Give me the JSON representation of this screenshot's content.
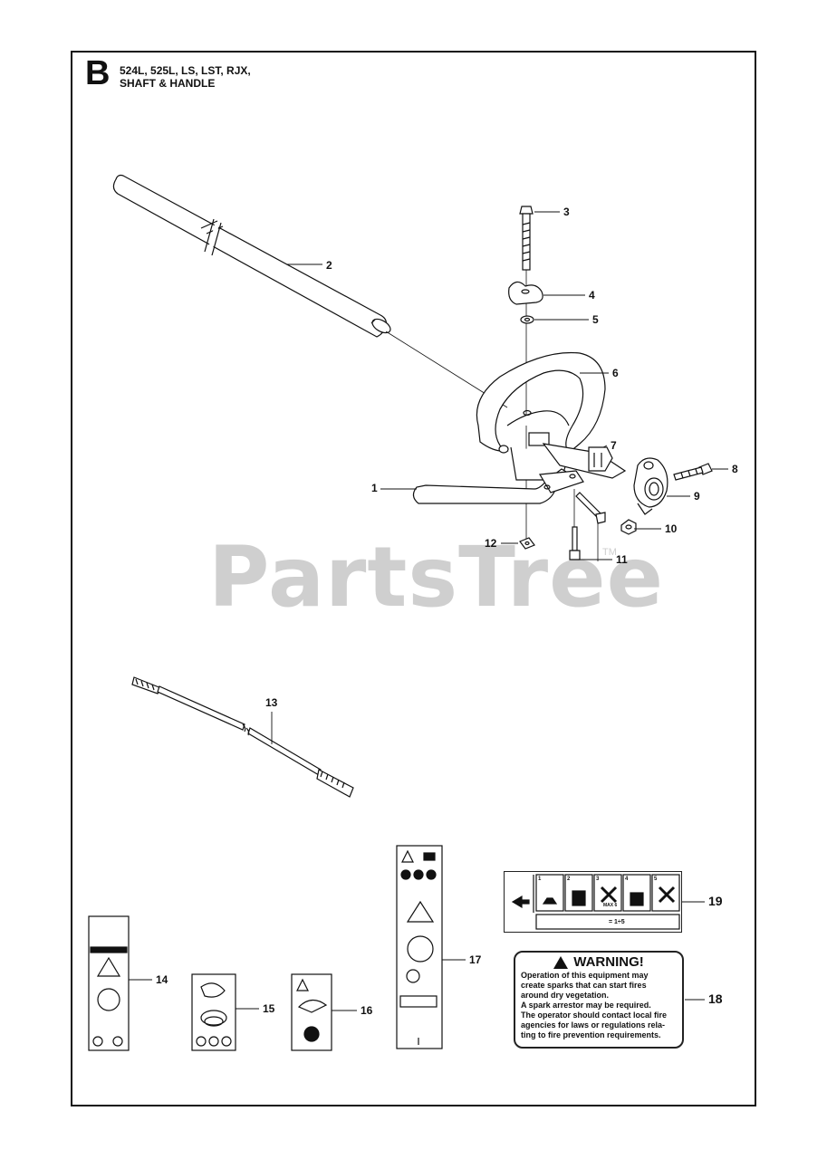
{
  "header": {
    "section_letter": "B",
    "models": "524L, 525L, LS, LST, RJX,",
    "subtitle": "SHAFT & HANDLE"
  },
  "watermark": {
    "text": "PartsTree",
    "trademark": "TM"
  },
  "callouts": [
    "1",
    "2",
    "3",
    "4",
    "5",
    "6",
    "7",
    "8",
    "9",
    "10",
    "11",
    "12",
    "13",
    "14",
    "15",
    "16",
    "17",
    "18",
    "19"
  ],
  "warning_decal": {
    "heading": "WARNING!",
    "lines": [
      "Operation of this equipment may",
      "create sparks that can start fires",
      "around dry vegetation.",
      "A spark arrestor may be required.",
      "The operator should contact local fire",
      "agencies for laws or regulations rela-",
      "ting to fire prevention requirements."
    ]
  },
  "start_decal": {
    "steps": [
      "1",
      "2",
      "3",
      "4",
      "5"
    ],
    "max_label": "MAX 6",
    "ratio": "= 1÷5"
  },
  "icons": [
    "warning-icon",
    "arrow-left-icon",
    "choke-icon",
    "fuel-icon",
    "primer-icon"
  ]
}
